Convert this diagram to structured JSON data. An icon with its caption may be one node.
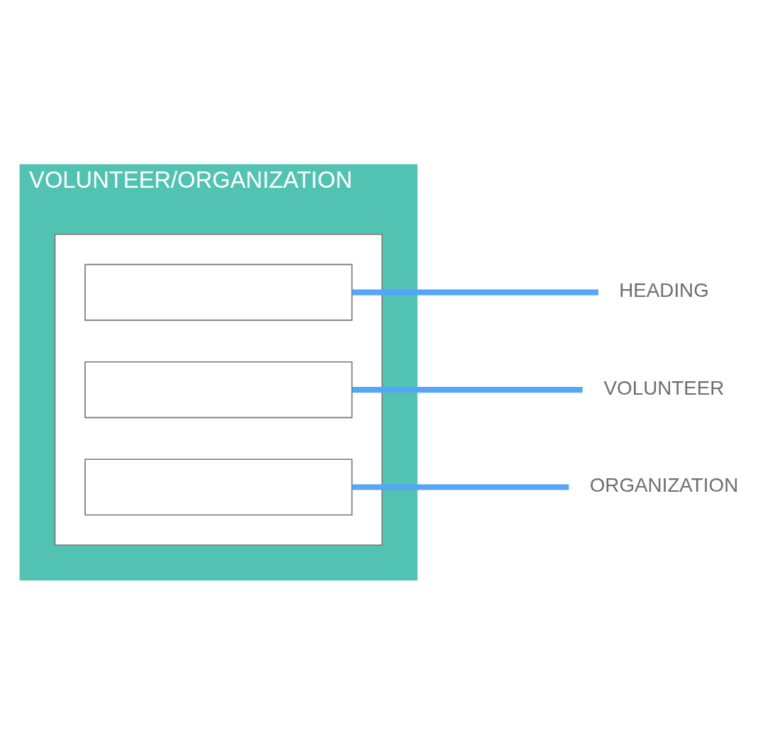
{
  "diagram": {
    "nodes": [
      {
        "text": [
          "VOLUNTEER/ORGANIZATION"
        ]
      },
      {
        "text": [],
        "shape": "box",
        "in": 0
      },
      {
        "text": [],
        "shape": "box",
        "in": 1
      },
      {
        "text": [],
        "shape": "box",
        "in": 1
      },
      {
        "text": [],
        "shape": "box",
        "in": 1
      },
      {
        "text": [
          "HEADING"
        ]
      },
      {
        "text": [
          "VOLUNTEER"
        ]
      },
      {
        "text": [
          "ORGANIZATION"
        ]
      }
    ],
    "edges": [
      {
        "from": 5,
        "to": 2,
        "arrow": "none"
      },
      {
        "from": 6,
        "to": 3,
        "arrow": "none"
      },
      {
        "from": 7,
        "to": 4,
        "arrow": "none"
      }
    ]
  }
}
